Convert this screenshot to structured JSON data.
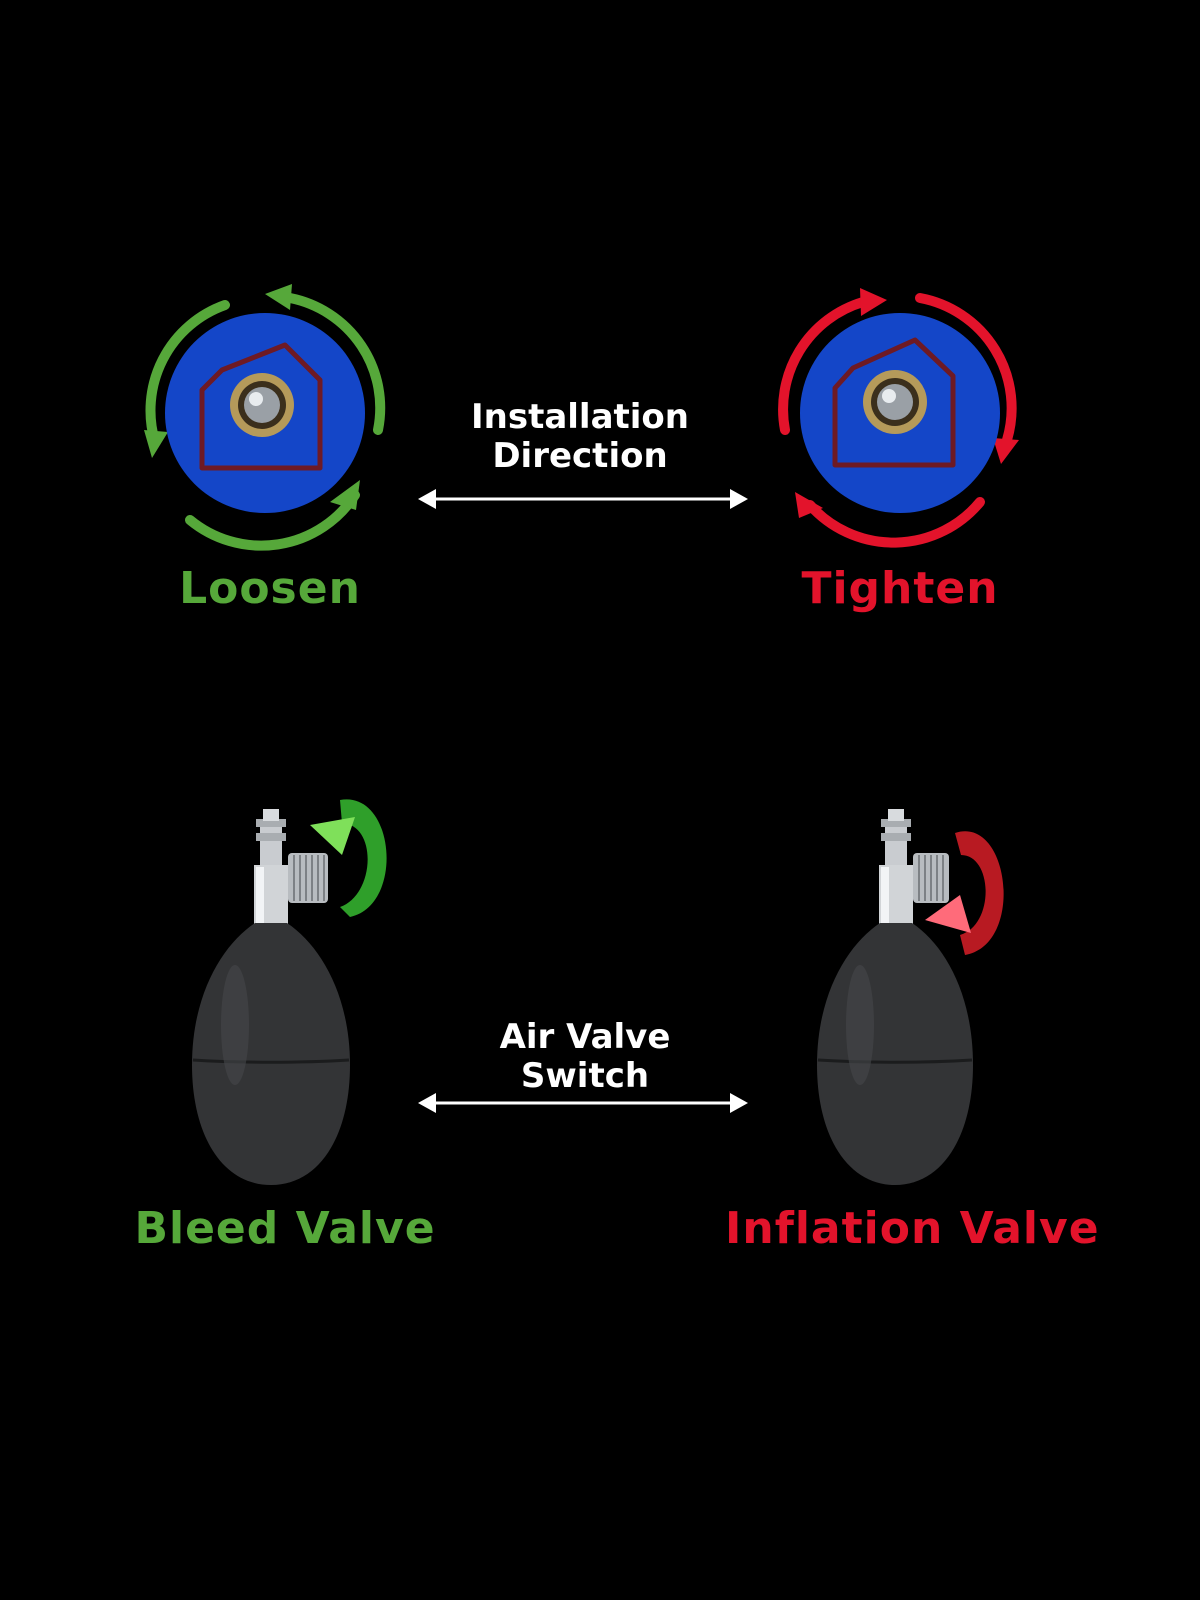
{
  "colors": {
    "background": "#000000",
    "loosen": "#56a83a",
    "tighten": "#e3132b",
    "knob_blue": "#1446c8",
    "knob_outline": "#6e1a24",
    "text": "#ffffff",
    "bulb": "#333436"
  },
  "top": {
    "left_label": "Loosen",
    "right_label": "Tighten",
    "center_line1": "Installation",
    "center_line2": "Direction"
  },
  "bottom": {
    "left_label": "Bleed Valve",
    "right_label": "Inflation Valve",
    "center_line1": "Air Valve",
    "center_line2": "Switch"
  },
  "icons": {
    "loosen_rotation": "counterclockwise-arrows-icon",
    "tighten_rotation": "clockwise-arrows-icon",
    "double_arrow": "double-headed-arrow-icon",
    "bleed_rotation": "curved-arrow-icon",
    "inflation_rotation": "curved-arrow-icon"
  }
}
